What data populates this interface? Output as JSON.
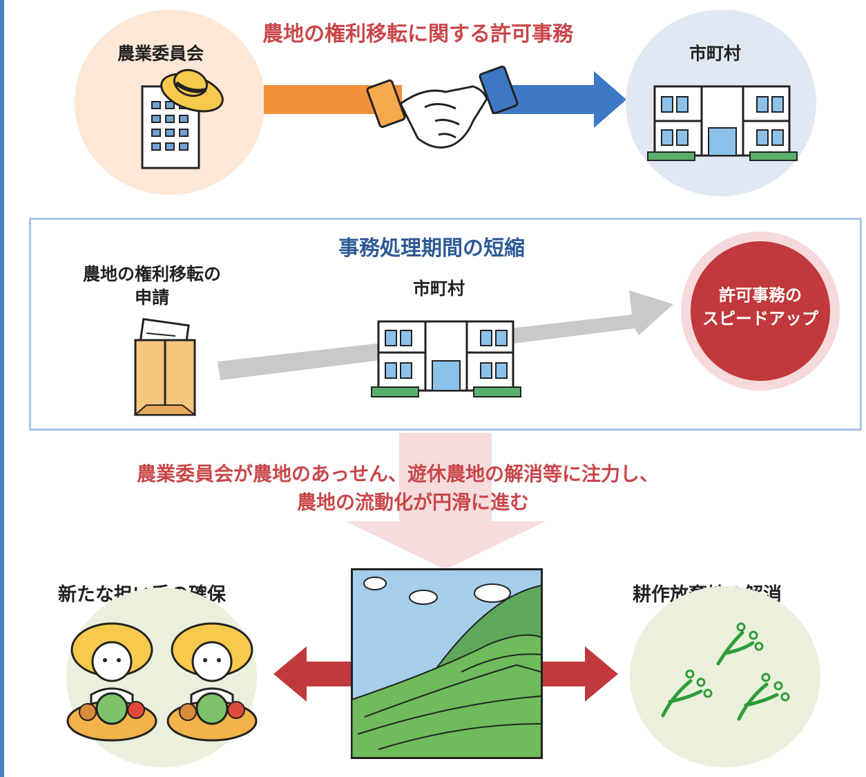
{
  "top_title": "農地の権利移転に関する許可事務",
  "top_left_label": "農業委員会",
  "top_right_label": "市町村",
  "box_title": "事務処理期間の短縮",
  "application_label_line1": "農地の権利移転の",
  "application_label_line2": "申請",
  "box_municipality_label": "市町村",
  "speedup_line1": "許可事務の",
  "speedup_line2": "スピードアップ",
  "result_line1": "農業委員会が農地のあっせん、遊休農地の解消等に注力し、",
  "result_line2": "農地の流動化が円滑に進む",
  "bottom_left_label": "新たな担い手の確保",
  "bottom_right_label": "耕作放棄地の解消",
  "colors": {
    "accent_red": "#c9464a",
    "accent_blue": "#2e5a97",
    "orange_arrow": "#f0923c",
    "blue_arrow": "#3d78c5",
    "peach_circle": "#fde7d7",
    "lightblue_circle": "#dfe8f3",
    "green_circle": "#eaf0dc"
  },
  "icons": [
    "building-icon",
    "straw-hat-icon",
    "handshake-icon",
    "town-hall-icon",
    "envelope-icon",
    "farmer-icon",
    "terraced-field-icon",
    "sprout-icon"
  ]
}
